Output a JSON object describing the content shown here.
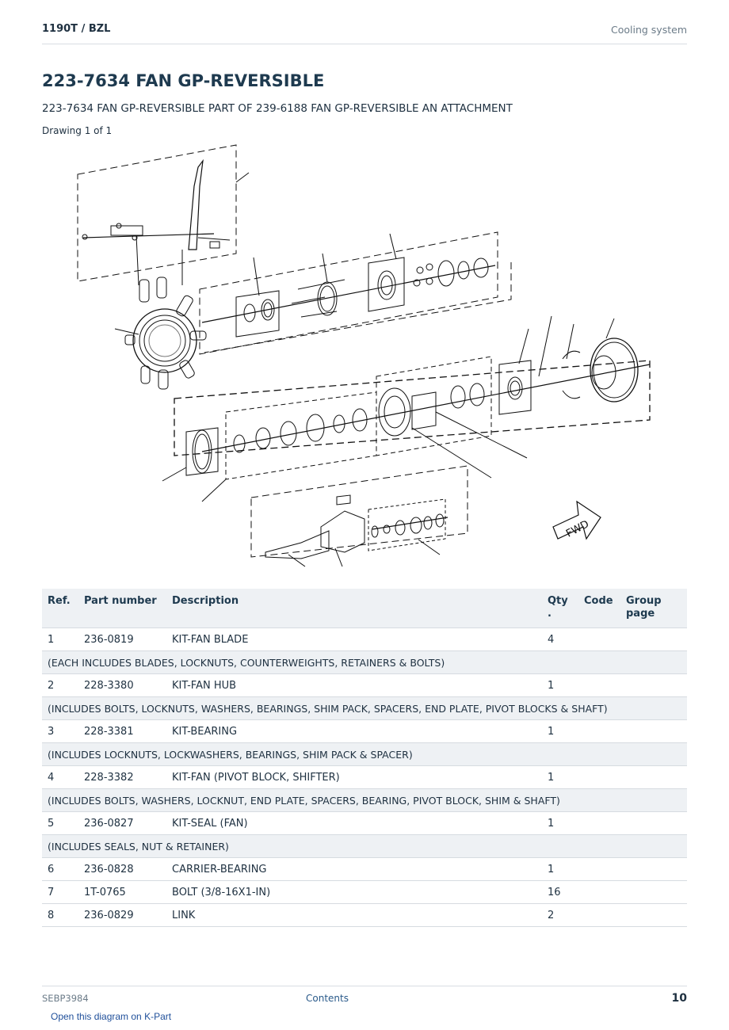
{
  "header": {
    "left": "1190T  /  BZL",
    "right": "Cooling system"
  },
  "title": "223-7634 FAN GP-REVERSIBLE",
  "subtitle": "223-7634 FAN GP-REVERSIBLE PART OF 239-6188 FAN GP-REVERSIBLE AN ATTACHMENT",
  "drawing_label": "Drawing 1 of 1",
  "diagram": {
    "arrow_label": "FWD"
  },
  "table": {
    "headers": {
      "ref": "Ref.",
      "part": "Part number",
      "desc": "Description",
      "qty": "Qty\n.",
      "code": "Code",
      "group": "Group\npage"
    },
    "rows": [
      {
        "ref": "1",
        "part": "236-0819",
        "desc": "KIT-FAN BLADE",
        "qty": "4",
        "note": "(EACH INCLUDES BLADES, LOCKNUTS, COUNTERWEIGHTS, RETAINERS & BOLTS)"
      },
      {
        "ref": "2",
        "part": "228-3380",
        "desc": "KIT-FAN HUB",
        "qty": "1",
        "note": "(INCLUDES BOLTS, LOCKNUTS, WASHERS, BEARINGS, SHIM PACK, SPACERS, END PLATE, PIVOT BLOCKS & SHAFT)"
      },
      {
        "ref": "3",
        "part": "228-3381",
        "desc": "KIT-BEARING",
        "qty": "1",
        "note": "(INCLUDES LOCKNUTS, LOCKWASHERS, BEARINGS, SHIM PACK & SPACER)"
      },
      {
        "ref": "4",
        "part": "228-3382",
        "desc": "KIT-FAN (PIVOT BLOCK, SHIFTER)",
        "qty": "1",
        "note": "(INCLUDES BOLTS, WASHERS, LOCKNUT, END PLATE, SPACERS, BEARING, PIVOT BLOCK, SHIM & SHAFT)"
      },
      {
        "ref": "5",
        "part": "236-0827",
        "desc": "KIT-SEAL (FAN)",
        "qty": "1",
        "note": "(INCLUDES SEALS, NUT & RETAINER)"
      },
      {
        "ref": "6",
        "part": "236-0828",
        "desc": "CARRIER-BEARING",
        "qty": "1"
      },
      {
        "ref": "7",
        "part": "1T-0765",
        "desc": "BOLT (3/8-16X1-IN)",
        "qty": "16"
      },
      {
        "ref": "8",
        "part": "236-0829",
        "desc": "LINK",
        "qty": "2"
      }
    ]
  },
  "footer": {
    "doc_id": "SEBP3984",
    "contents_link": "Contents",
    "page_number": "10",
    "open_link": "Open this diagram on K-Part"
  }
}
